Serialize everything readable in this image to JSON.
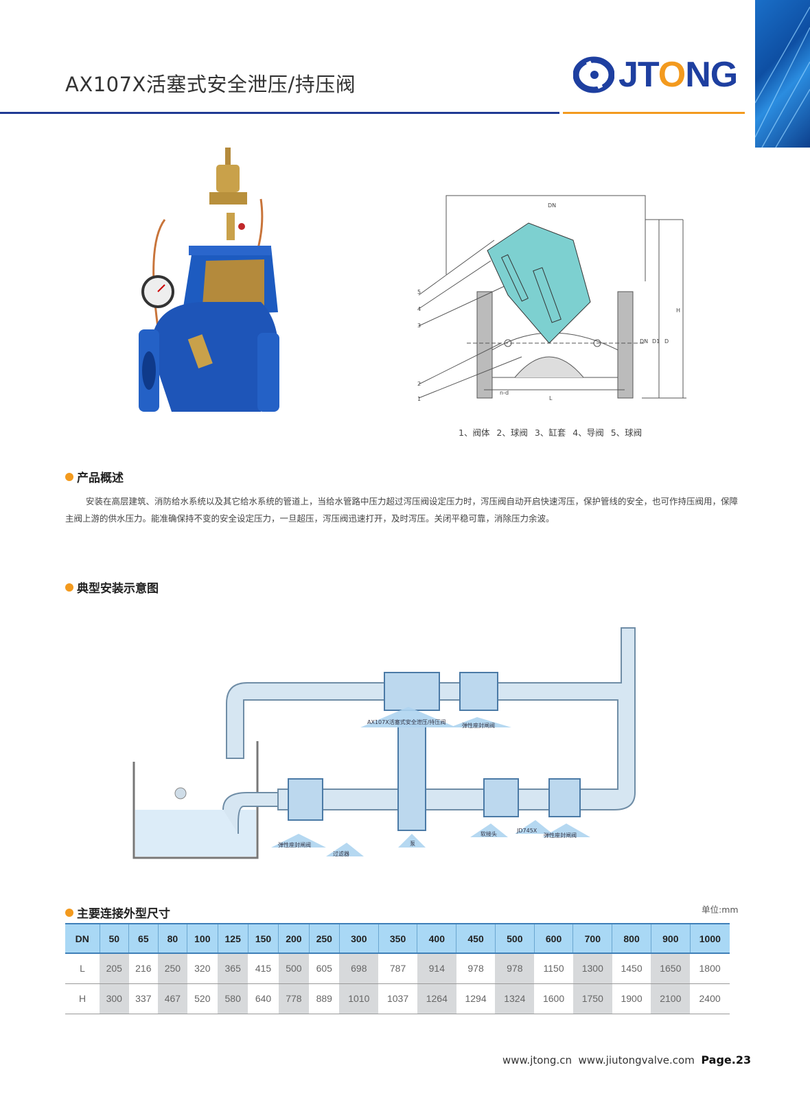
{
  "header": {
    "title": "AX107X活塞式安全泄压/持压阀",
    "logo_text": "JTONG"
  },
  "drawing": {
    "callouts": [
      "5",
      "4",
      "3",
      "2",
      "1"
    ],
    "dims": [
      "H",
      "D",
      "D1",
      "DN",
      "L",
      "n-d",
      "DN"
    ],
    "caption": "1、阀体  2、球阀  3、缸套  4、导阀  5、球阀"
  },
  "overview": {
    "heading": "产品概述",
    "text": "安装在高层建筑、消防给水系统以及其它给水系统的管道上，当给水管路中压力超过泻压阀设定压力时，泻压阀自动开启快速泻压，保护管线的安全，也可作持压阀用，保障主阀上游的供水压力。能准确保持不变的安全设定压力，一旦超压，泻压阀迅速打开，及时泻压。关闭平稳可靠，消除压力余波。"
  },
  "install": {
    "heading": "典型安装示意图",
    "labels": {
      "main_valve": "AX107X活塞式安全泄压/持压阀",
      "gate_top": "弹性座封闸阀",
      "gate_left": "弹性座封闸阀",
      "filter": "过滤器",
      "pump": "泵",
      "soft_joint": "软接头",
      "check": "JD745X",
      "gate_right": "弹性座封闸阀"
    }
  },
  "dimensions": {
    "heading": "主要连接外型尺寸",
    "unit": "单位:mm",
    "header": [
      "DN",
      "50",
      "65",
      "80",
      "100",
      "125",
      "150",
      "200",
      "250",
      "300",
      "350",
      "400",
      "450",
      "500",
      "600",
      "700",
      "800",
      "900",
      "1000"
    ],
    "rows": [
      [
        "L",
        "205",
        "216",
        "250",
        "320",
        "365",
        "415",
        "500",
        "605",
        "698",
        "787",
        "914",
        "978",
        "978",
        "1150",
        "1300",
        "1450",
        "1650",
        "1800"
      ],
      [
        "H",
        "300",
        "337",
        "467",
        "520",
        "580",
        "640",
        "778",
        "889",
        "1010",
        "1037",
        "1264",
        "1294",
        "1324",
        "1600",
        "1750",
        "1900",
        "2100",
        "2400"
      ]
    ]
  },
  "footer": {
    "site1": "www.jtong.cn",
    "site2": "www.jiutongvalve.com",
    "page": "Page.23"
  },
  "colors": {
    "brand_blue": "#1e3fa0",
    "accent_orange": "#f39a1e",
    "table_header": "#a9d8f5"
  }
}
